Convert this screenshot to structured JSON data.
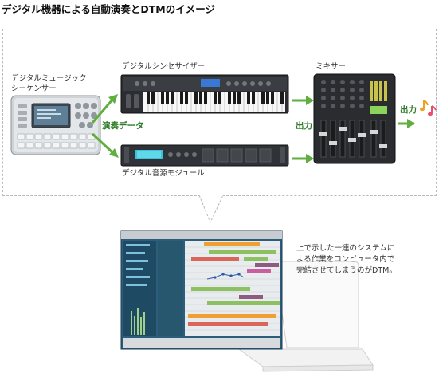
{
  "title": "デジタル機器による自動演奏とDTMのイメージ",
  "diagram": {
    "sequencer_label_line1": "デジタルミュージック",
    "sequencer_label_line2": "シーケンサー",
    "synth_label": "デジタルシンセサイザー",
    "module_label": "デジタル音源モジュール",
    "mixer_label": "ミキサー",
    "performance_data_label": "演奏データ",
    "output_label_mixer_in": "出力",
    "output_label_final": "出力",
    "note_icon": "music-note-icon",
    "colors": {
      "arrow_green": "#5fae3e",
      "label_green": "#2f7d2a",
      "dashed_border": "#b9b9b9",
      "note_orange": "#f0a020",
      "note_pink": "#e8506a"
    }
  },
  "laptop": {
    "description_line1": "上で示した一連のシステムに",
    "description_line2": "よる作業をコンピュータ内で",
    "description_line3": "完結させてしまうのがDTM。"
  }
}
